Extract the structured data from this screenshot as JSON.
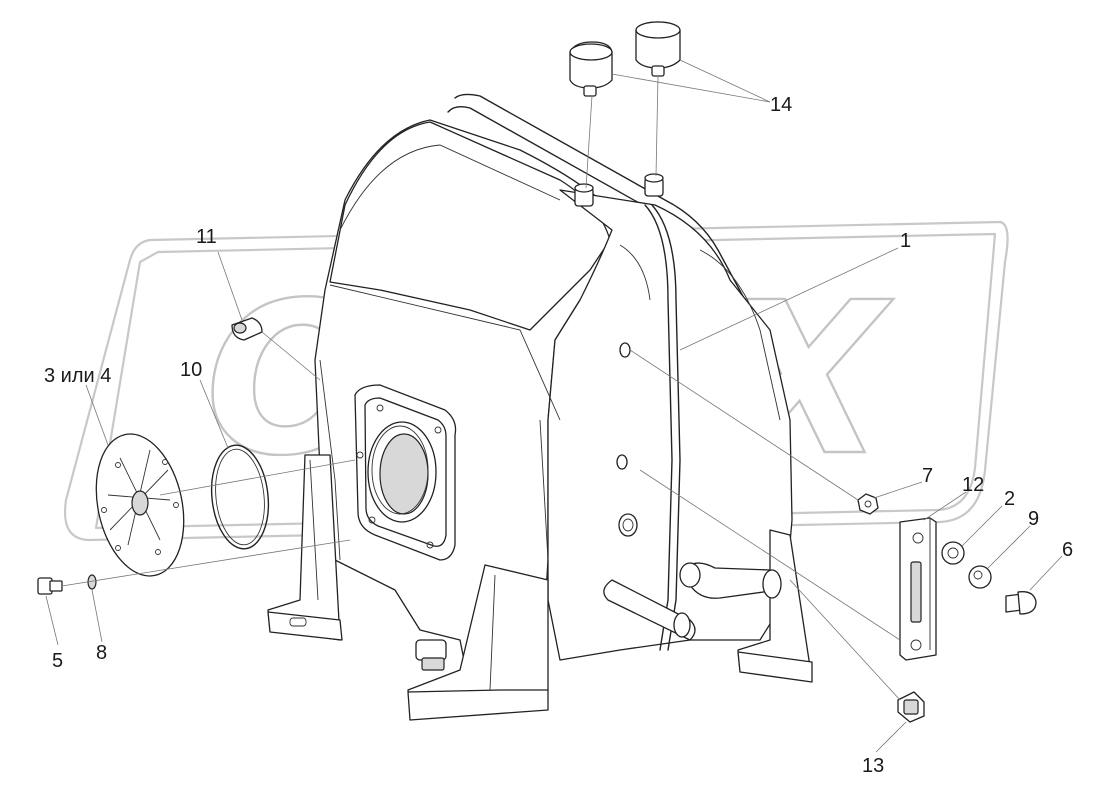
{
  "watermark": {
    "brand": "OPEX"
  },
  "corner_mark": "",
  "callouts": [
    {
      "id": "1",
      "text": "1"
    },
    {
      "id": "2",
      "text": "2"
    },
    {
      "id": "3",
      "text": "3 или 4"
    },
    {
      "id": "5",
      "text": "5"
    },
    {
      "id": "6",
      "text": "6"
    },
    {
      "id": "7",
      "text": "7"
    },
    {
      "id": "8",
      "text": "8"
    },
    {
      "id": "9",
      "text": "9"
    },
    {
      "id": "10",
      "text": "10"
    },
    {
      "id": "11",
      "text": "11"
    },
    {
      "id": "12",
      "text": "12"
    },
    {
      "id": "13",
      "text": "13"
    },
    {
      "id": "14",
      "text": "14"
    }
  ],
  "colors": {
    "line": "#222222",
    "watermark": "#c8c8c8",
    "background": "#ffffff"
  }
}
